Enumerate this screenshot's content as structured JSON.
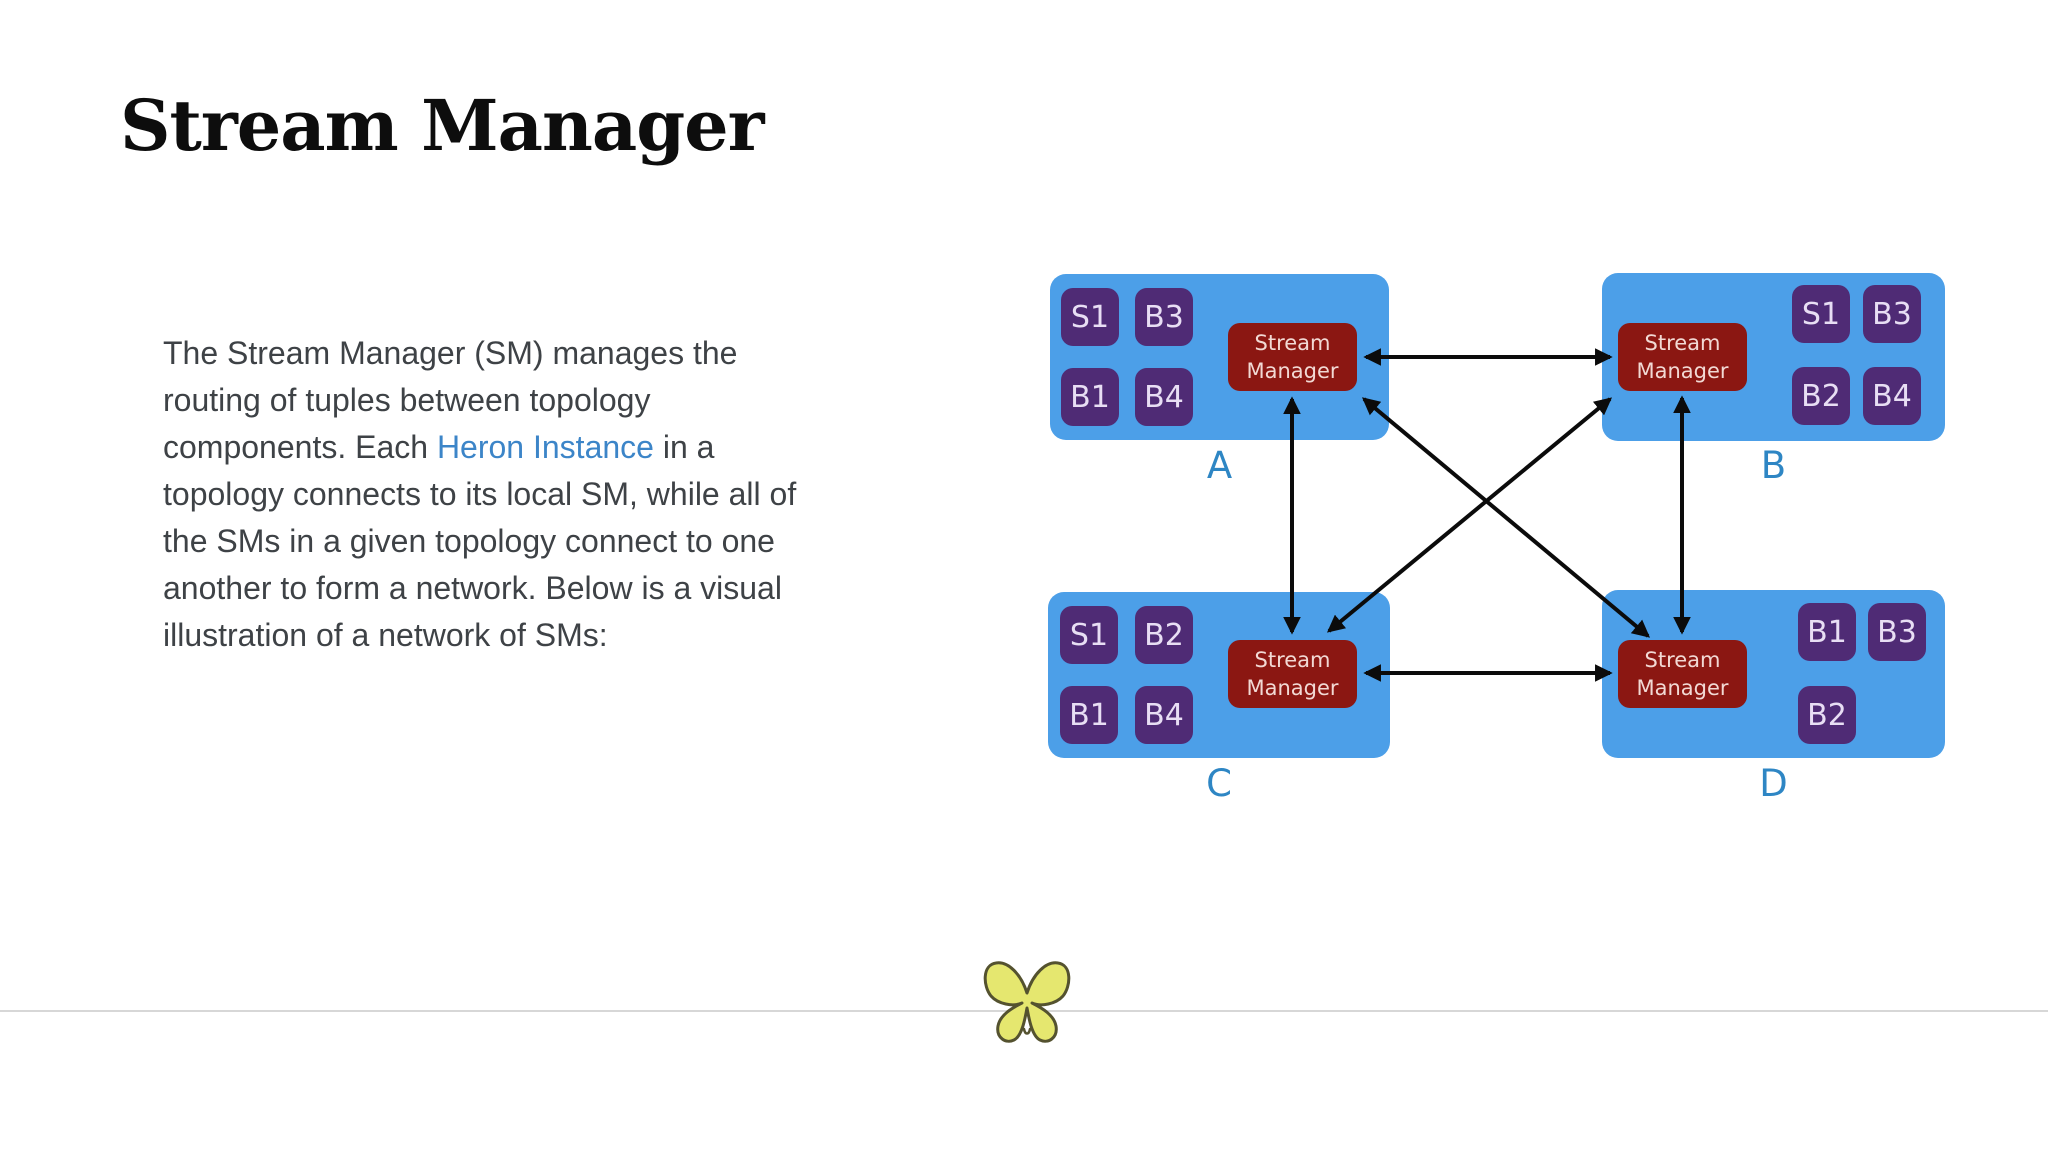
{
  "page": {
    "title": "Stream Manager"
  },
  "intro": {
    "line1": "The Stream Manager (SM) manages the",
    "line2": "routing of tuples between topology",
    "line3_before_link": "components. Each ",
    "line3_link": "Heron Instance",
    "line3_after_link": " in a",
    "line4": "topology connects to its local SM, while all of",
    "line5": "the SMs in a given topology connect to one",
    "line6": "another to form a network. Below is a visual",
    "line7": "illustration of a network of SMs:"
  },
  "diagram": {
    "sm_node": {
      "line1": "Stream",
      "line2": "Manager"
    },
    "containers": [
      {
        "id": "A",
        "label": "A",
        "instances": [
          "S1",
          "B3",
          "B1",
          "B4"
        ]
      },
      {
        "id": "B",
        "label": "B",
        "instances": [
          "S1",
          "B3",
          "B2",
          "B4"
        ]
      },
      {
        "id": "C",
        "label": "C",
        "instances": [
          "S1",
          "B2",
          "B1",
          "B4"
        ]
      },
      {
        "id": "D",
        "label": "D",
        "instances": [
          "B1",
          "B3",
          "B2"
        ]
      }
    ],
    "edges": [
      {
        "from": "A",
        "to": "B",
        "bidirectional": true
      },
      {
        "from": "C",
        "to": "D",
        "bidirectional": true
      },
      {
        "from": "A",
        "to": "C",
        "bidirectional": true
      },
      {
        "from": "B",
        "to": "D",
        "bidirectional": true
      },
      {
        "from": "A",
        "to": "D",
        "bidirectional": true
      },
      {
        "from": "B",
        "to": "C",
        "bidirectional": true
      }
    ]
  },
  "footer": {
    "logo": "butterfly-logo"
  },
  "colors": {
    "container_blue": "#4c9fe8",
    "instance_purple": "#4f2b75",
    "sm_red": "#8b1712",
    "label_blue": "#2e86c4",
    "link_blue": "#3c85c8",
    "text_gray": "#3e4246",
    "arrow_black": "#0b0b0b",
    "butterfly_yellow": "#e5e76f",
    "divider_gray": "#d7d7d7"
  }
}
